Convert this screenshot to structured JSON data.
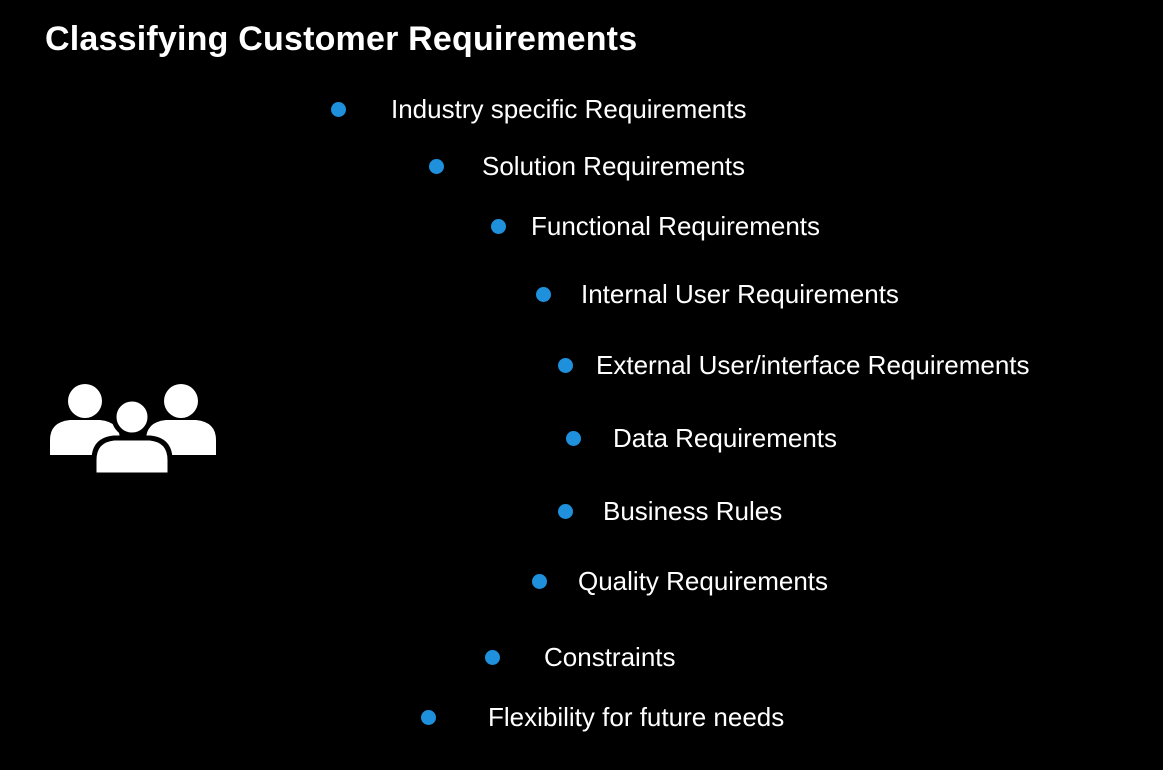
{
  "title": "Classifying Customer Requirements",
  "icon": "people-group-icon",
  "colors": {
    "background": "#000000",
    "text": "#ffffff",
    "bullet": "#1e90dc"
  },
  "items": [
    {
      "label": "Industry specific Requirements"
    },
    {
      "label": "Solution Requirements"
    },
    {
      "label": "Functional Requirements"
    },
    {
      "label": "Internal User Requirements"
    },
    {
      "label": "External User/interface Requirements"
    },
    {
      "label": "Data Requirements"
    },
    {
      "label": "Business Rules"
    },
    {
      "label": "Quality Requirements"
    },
    {
      "label": "Constraints"
    },
    {
      "label": "Flexibility for future needs"
    }
  ]
}
